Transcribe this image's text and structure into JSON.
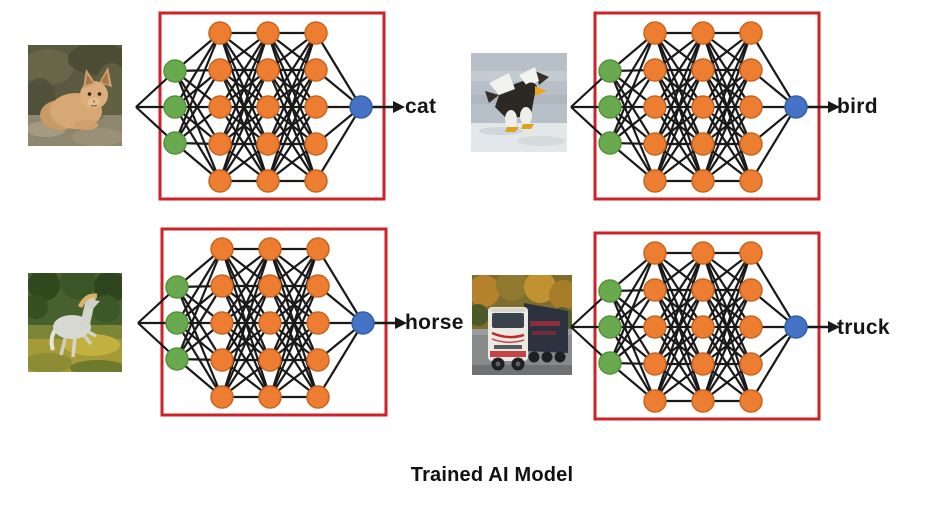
{
  "caption": "Trained AI Model",
  "colors": {
    "background": "#ffffff",
    "input_node": "#6aaa4e",
    "input_node_border": "#55913c",
    "hidden_node": "#ed7d31",
    "hidden_node_border": "#c96420",
    "output_node": "#4472c4",
    "output_node_border": "#3560a8",
    "box_border": "#cf2128",
    "edge": "#191919",
    "label_text": "#151515"
  },
  "network": {
    "layers": [
      3,
      5,
      5,
      5,
      1
    ],
    "input_nodes": 3,
    "hidden_layers": 3,
    "nodes_per_hidden_layer": 5,
    "output_nodes": 1
  },
  "panels": [
    {
      "id": "cat",
      "label": "cat"
    },
    {
      "id": "bird",
      "label": "bird"
    },
    {
      "id": "horse",
      "label": "horse"
    },
    {
      "id": "truck",
      "label": "truck"
    }
  ]
}
